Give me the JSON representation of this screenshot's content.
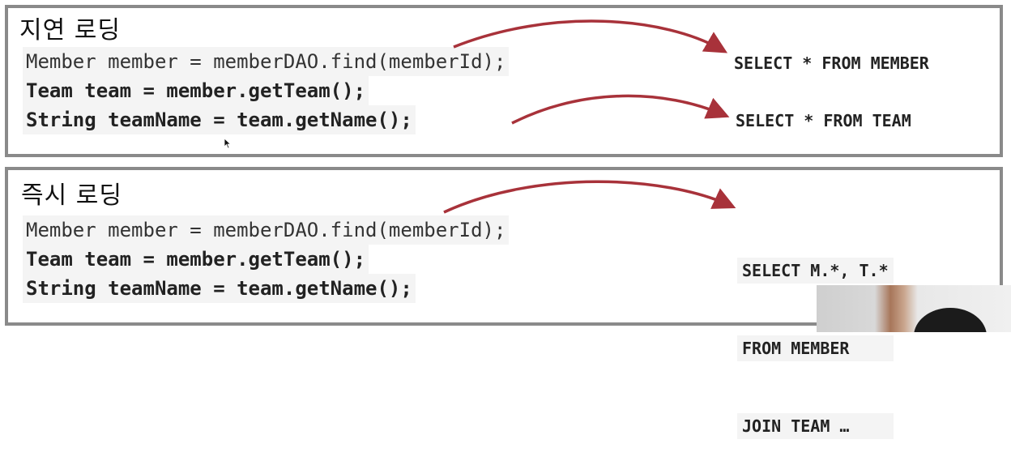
{
  "lazy": {
    "title": "지연 로딩",
    "code": [
      "Member member = memberDAO.find(memberId);",
      "Team team = member.getTeam();",
      "String teamName = team.getName();"
    ],
    "sql_member": "SELECT * FROM MEMBER",
    "sql_team": "SELECT * FROM TEAM"
  },
  "eager": {
    "title": "즉시 로딩",
    "code": [
      "Member member = memberDAO.find(memberId);",
      "Team team = member.getTeam();",
      "String teamName = team.getName();"
    ],
    "sql": [
      "SELECT M.*, T.*",
      "FROM MEMBER",
      "JOIN TEAM …"
    ]
  },
  "colors": {
    "arrow": "#a8323a",
    "border": "#8a8a8a",
    "code_bg": "#f4f4f4"
  }
}
